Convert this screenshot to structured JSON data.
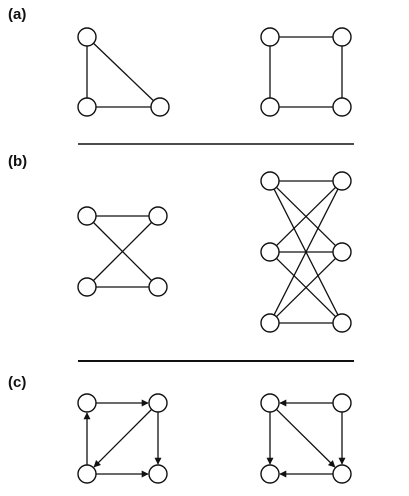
{
  "labels": {
    "a": "(a)",
    "b": "(b)",
    "c": "(c)"
  },
  "colors": {
    "ink": "#111111",
    "node_fill": "#ffffff",
    "background": "#ffffff"
  },
  "graphs": [
    {
      "id": "a-left",
      "nodes": 3,
      "edges": [
        [
          0,
          1
        ],
        [
          0,
          2
        ],
        [
          1,
          2
        ]
      ],
      "directed": false
    },
    {
      "id": "a-right",
      "nodes": 4,
      "edges": [
        [
          0,
          1
        ],
        [
          1,
          3
        ],
        [
          3,
          2
        ],
        [
          2,
          0
        ]
      ],
      "directed": false
    },
    {
      "id": "b-left",
      "nodes": 4,
      "edges": [
        [
          0,
          1
        ],
        [
          2,
          3
        ],
        [
          0,
          3
        ],
        [
          1,
          2
        ]
      ],
      "directed": false
    },
    {
      "id": "b-right",
      "nodes": 6,
      "edges": [
        [
          0,
          3
        ],
        [
          0,
          4
        ],
        [
          0,
          5
        ],
        [
          1,
          3
        ],
        [
          1,
          4
        ],
        [
          1,
          5
        ],
        [
          2,
          3
        ],
        [
          2,
          4
        ],
        [
          2,
          5
        ]
      ],
      "directed": false
    },
    {
      "id": "c-left",
      "nodes": 4,
      "edges": [
        [
          0,
          1
        ],
        [
          1,
          3
        ],
        [
          2,
          3
        ],
        [
          2,
          0
        ],
        [
          1,
          2
        ]
      ],
      "directed": true
    },
    {
      "id": "c-right",
      "nodes": 4,
      "edges": [
        [
          1,
          0
        ],
        [
          0,
          2
        ],
        [
          3,
          2
        ],
        [
          1,
          3
        ],
        [
          0,
          3
        ]
      ],
      "directed": true
    }
  ]
}
